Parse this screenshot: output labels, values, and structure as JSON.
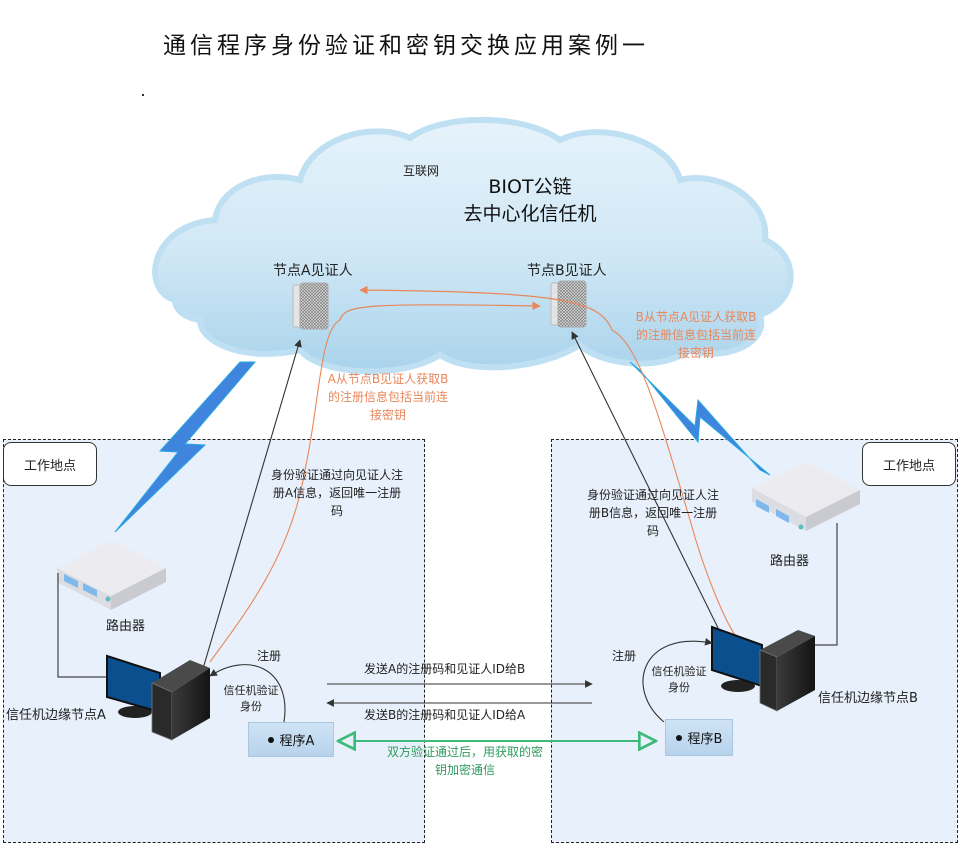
{
  "title": "通信程序身份验证和密钥交换应用案例一",
  "cloud": {
    "label_internet": "互联网",
    "chain_line1": "BIOT公链",
    "chain_line2": "去中心化信任机"
  },
  "witness_nodes": {
    "a_label": "节点A见证人",
    "b_label": "节点B见证人"
  },
  "annotations": {
    "a_fetch": [
      "A从节点B见证人获取B",
      "的注册信息包括当前连",
      "接密钥"
    ],
    "b_fetch": [
      "B从节点A见证人获取B",
      "的注册信息包括当前连",
      "接密钥"
    ],
    "a_register": [
      "身份验证通过向见证人注",
      "册A信息，返回唯一注册",
      "码"
    ],
    "b_register": [
      "身份验证通过向见证人注",
      "册B信息，返回唯一注册",
      "码"
    ]
  },
  "sites": {
    "left_label": "工作地点",
    "right_label": "工作地点"
  },
  "routers": {
    "left_label": "路由器",
    "right_label": "路由器"
  },
  "edge_nodes": {
    "a_label": "信任机边缘节点A",
    "b_label": "信任机边缘节点B",
    "register_label": "注册",
    "verify_line1": "信任机验证",
    "verify_line2": "身份"
  },
  "programs": {
    "a_label": "程序A",
    "b_label": "程序B"
  },
  "messages": {
    "send_a_to_b": "发送A的注册码和见证人ID给B",
    "send_b_to_a": "发送B的注册码和见证人ID给A",
    "encrypted_line1": "双方验证通过后，用获取的密",
    "encrypted_line2": "钥加密通信"
  },
  "colors": {
    "orange_flow": "#e8875a",
    "green_flow": "#3dba7a",
    "lightning": "#3f85dd",
    "site_fill": "#e8f1fb"
  }
}
